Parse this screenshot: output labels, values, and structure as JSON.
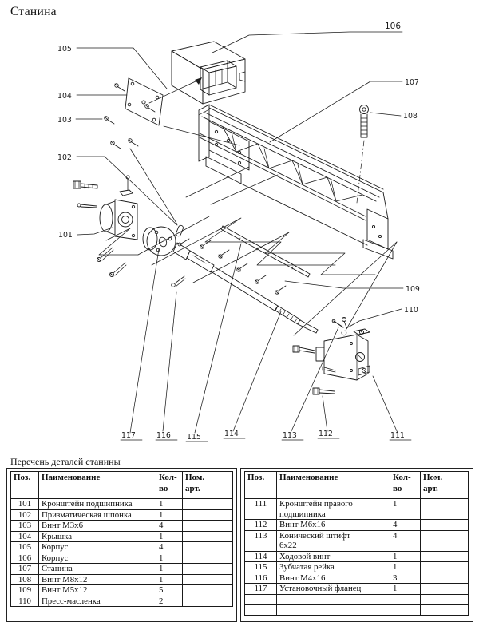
{
  "page": {
    "title": "Станина",
    "caption": "Перечень деталей станины"
  },
  "diagram": {
    "description": "Exploded view of lathe bed assembly",
    "callouts": [
      {
        "label": "101"
      },
      {
        "label": "102"
      },
      {
        "label": "103"
      },
      {
        "label": "104"
      },
      {
        "label": "105"
      },
      {
        "label": "106"
      },
      {
        "label": "107"
      },
      {
        "label": "108"
      },
      {
        "label": "109"
      },
      {
        "label": "110"
      },
      {
        "label": "111"
      },
      {
        "label": "112"
      },
      {
        "label": "113"
      },
      {
        "label": "114"
      },
      {
        "label": "115"
      },
      {
        "label": "116"
      },
      {
        "label": "117"
      }
    ]
  },
  "parts_table": {
    "headers": {
      "pos": "Поз.",
      "name": "Наименование",
      "qty1": "Кол-",
      "qty2": "во",
      "art1": "Ном.",
      "art2": "арт."
    },
    "left_rows": [
      {
        "pos": "101",
        "name": "Кронштейн подшипника",
        "qty": "1",
        "art": ""
      },
      {
        "pos": "102",
        "name": "Призматическая шпонка",
        "qty": "1",
        "art": ""
      },
      {
        "pos": "103",
        "name": "Винт М3х6",
        "qty": "4",
        "art": ""
      },
      {
        "pos": "104",
        "name": "Крышка",
        "qty": "1",
        "art": ""
      },
      {
        "pos": "105",
        "name": "Корпус",
        "qty": "4",
        "art": ""
      },
      {
        "pos": "106",
        "name": "Корпус",
        "qty": "1",
        "art": ""
      },
      {
        "pos": "107",
        "name": "Станина",
        "qty": "1",
        "art": ""
      },
      {
        "pos": "108",
        "name": "Винт М8х12",
        "qty": "1",
        "art": ""
      },
      {
        "pos": "109",
        "name": "Винт М5х12",
        "qty": "5",
        "art": ""
      },
      {
        "pos": "110",
        "name": "Пресс-масленка",
        "qty": "2",
        "art": ""
      }
    ],
    "right_rows": [
      {
        "pos": "111",
        "name": "Кронштейн правого\nподшипника",
        "qty": "1",
        "art": ""
      },
      {
        "pos": "112",
        "name": "Винт М6х16",
        "qty": "4",
        "art": ""
      },
      {
        "pos": "113",
        "name": "Конический штифт\n6х22",
        "qty": "4",
        "art": ""
      },
      {
        "pos": "114",
        "name": "Ходовой винт",
        "qty": "1",
        "art": ""
      },
      {
        "pos": "115",
        "name": "Зубчатая рейка",
        "qty": "1",
        "art": ""
      },
      {
        "pos": "116",
        "name": "Винт М4х16",
        "qty": "3",
        "art": ""
      },
      {
        "pos": "117",
        "name": "Установочный фланец",
        "qty": "1",
        "art": ""
      },
      {
        "pos": "",
        "name": "",
        "qty": "",
        "art": ""
      },
      {
        "pos": "",
        "name": "",
        "qty": "",
        "art": ""
      }
    ]
  }
}
